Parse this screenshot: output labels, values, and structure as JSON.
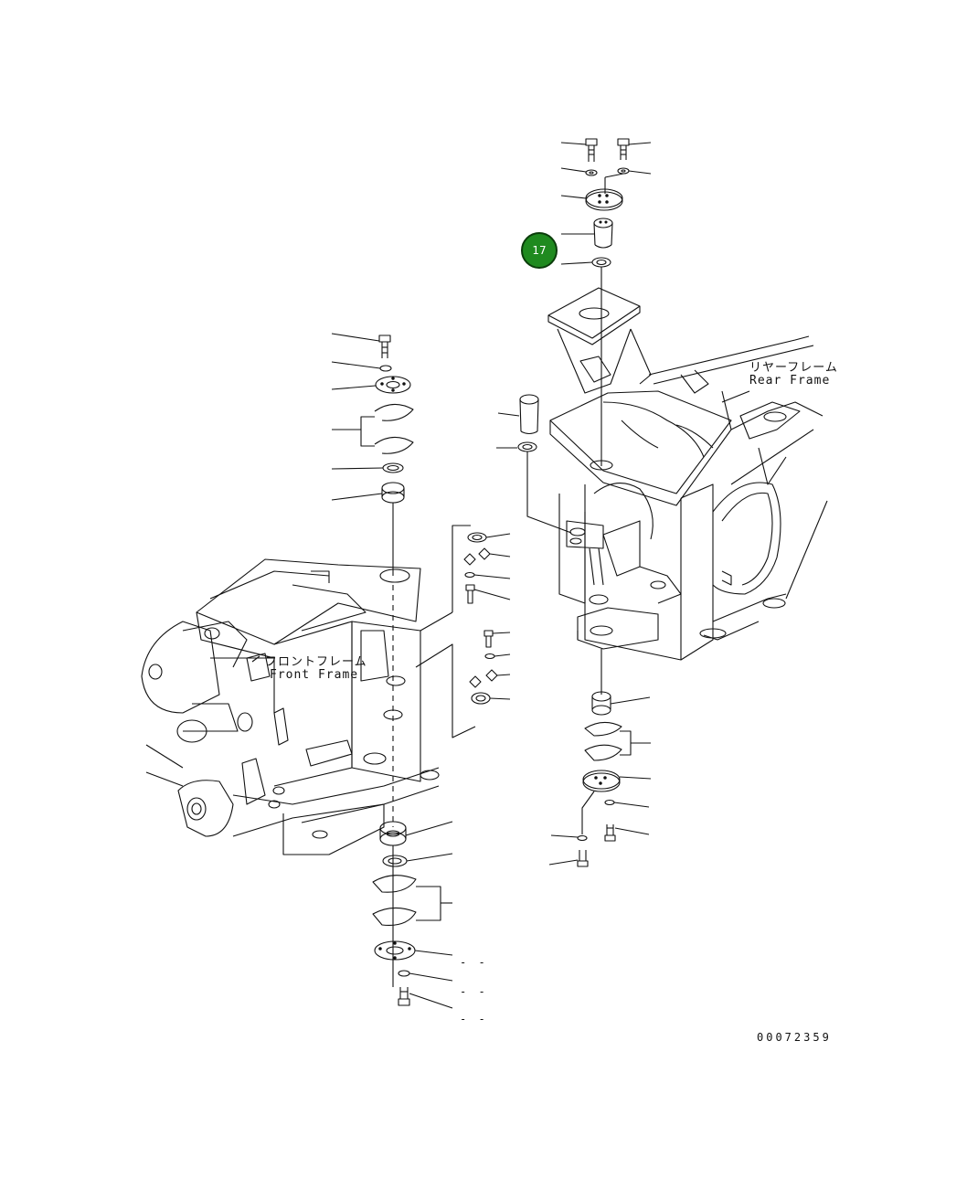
{
  "callout": {
    "number": "17",
    "color": "#1f8a1f"
  },
  "labels": {
    "rear_frame_jp": "リヤーフレーム",
    "rear_frame_en": "Rear Frame",
    "front_frame_jp": "フロントフレーム",
    "front_frame_en": "Front Frame"
  },
  "dashes": [
    "- -",
    "- -",
    "- -"
  ],
  "drawing_number": "00072359"
}
